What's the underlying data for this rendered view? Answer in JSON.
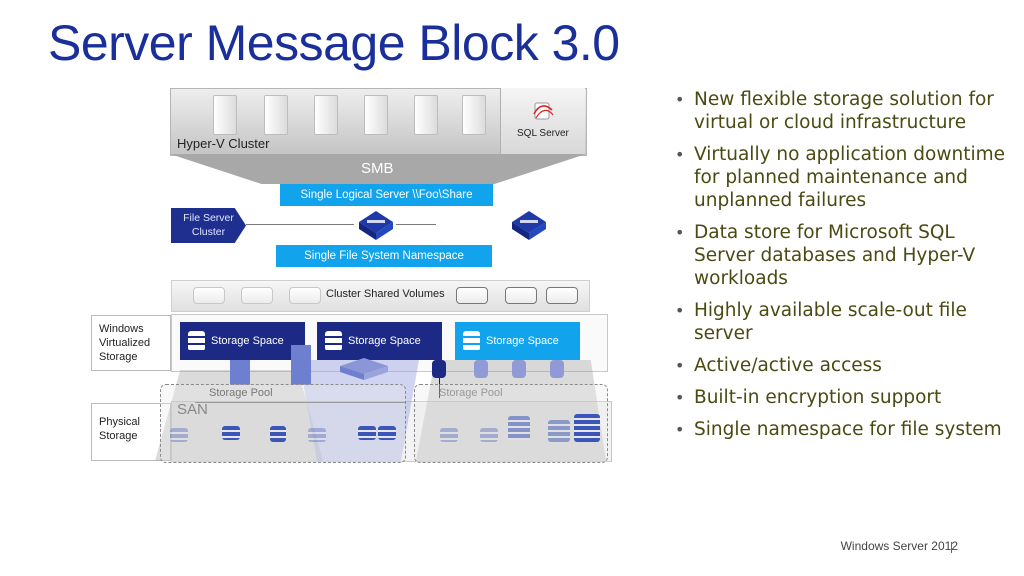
{
  "slide": {
    "title": "Server Message Block 3.0",
    "bullets": [
      "New flexible storage solution for virtual or cloud infrastructure",
      "Virtually no application downtime for planned maintenance and unplanned failures",
      "Data store for Microsoft SQL Server databases and Hyper-V workloads",
      "Highly available scale-out file server",
      "Active/active access",
      "Built-in encryption support",
      "Single namespace for file system"
    ],
    "footer": "Windows Server 2012"
  },
  "diagram": {
    "hyperv_cluster_label": "Hyper-V Cluster",
    "sql_server_label": "SQL Server",
    "smb_label": "SMB",
    "single_logical_server": "Single Logical Server \\\\Foo\\Share",
    "file_server_cluster_label": "File Server Cluster",
    "single_fs_namespace": "Single File System Namespace",
    "cluster_shared_volumes": "Cluster Shared Volumes",
    "windows_virtualized_storage": "Windows Virtualized Storage",
    "physical_storage": "Physical Storage",
    "storage_spaces": [
      "Storage Space",
      "Storage Space",
      "Storage Space"
    ],
    "storage_pools": [
      "Storage Pool",
      "Storage Pool"
    ],
    "san_label": "SAN",
    "colors": {
      "title": "#1a2f9a",
      "dark_blue": "#1f2f8f",
      "storage_space_dark": "#1c2a86",
      "light_blue": "#11a3ec",
      "bullet_text": "#4a4a12"
    }
  }
}
